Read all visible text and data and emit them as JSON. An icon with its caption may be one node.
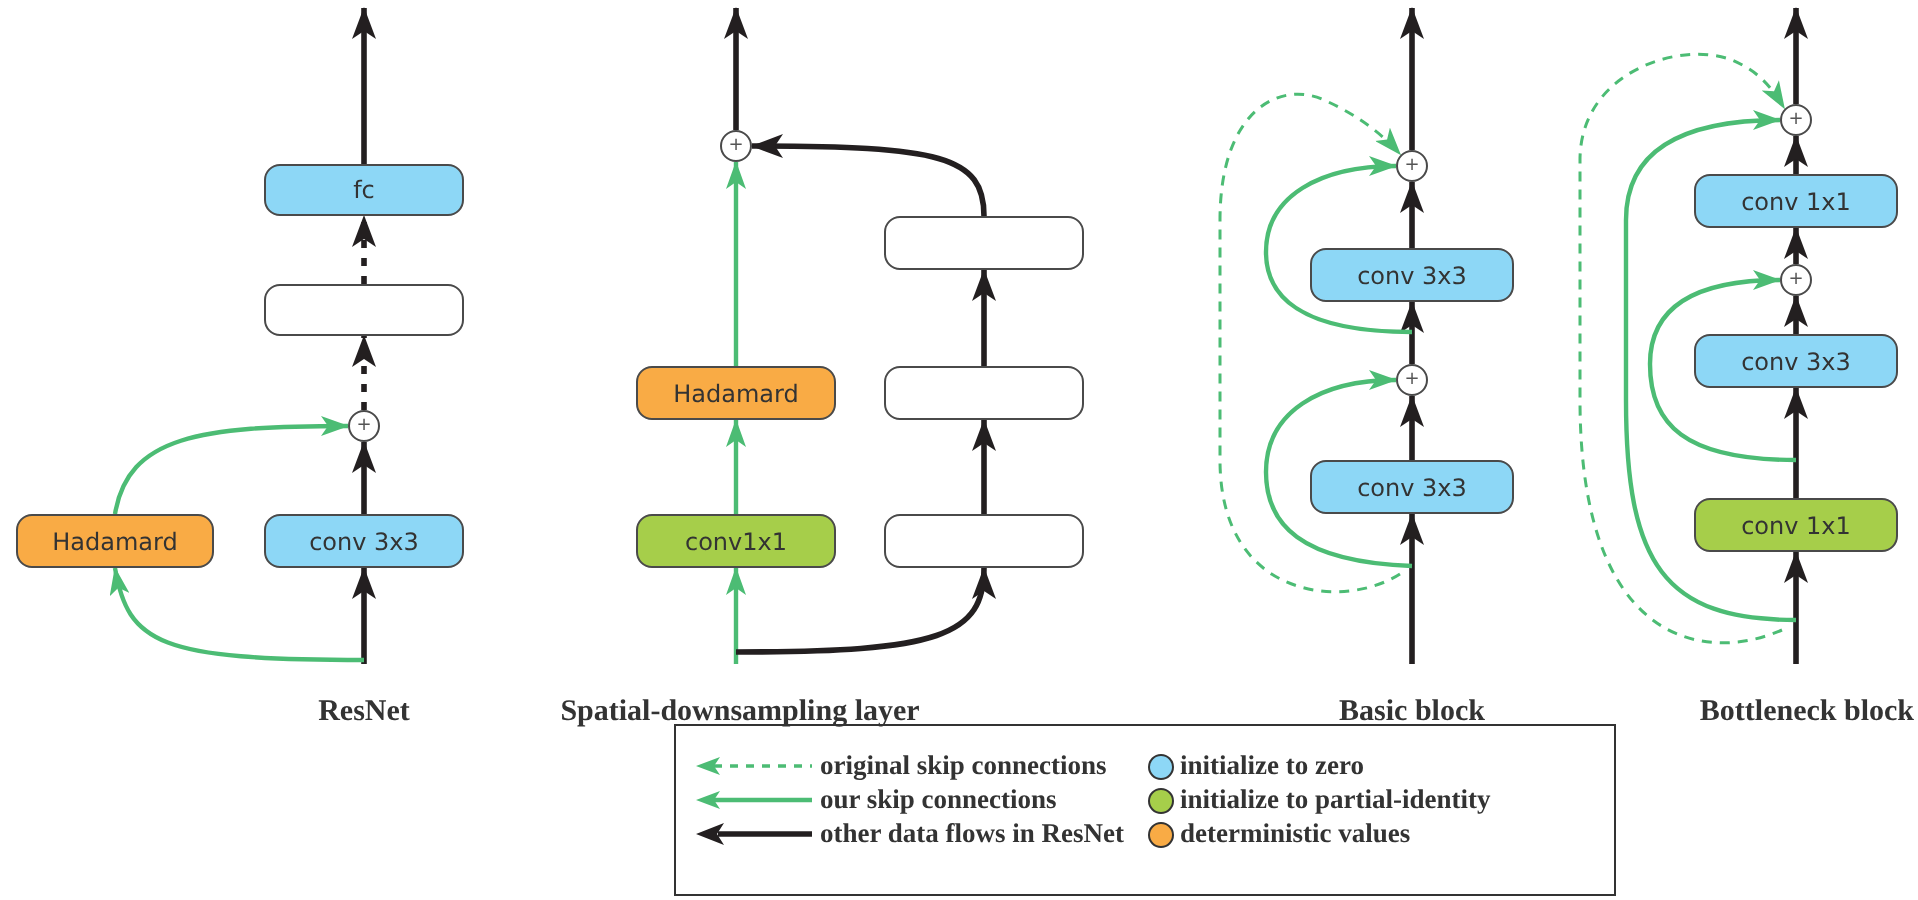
{
  "diagram": {
    "nodes": [
      {
        "text": [
          "fc"
        ]
      },
      {
        "text": [],
        "shape": "box"
      },
      {
        "text": [
          "+"
        ]
      },
      {
        "text": [
          "Hadamard"
        ]
      },
      {
        "text": [
          "conv 3x3"
        ]
      },
      {
        "text": [
          "+"
        ]
      },
      {
        "text": [],
        "shape": "box"
      },
      {
        "text": [
          "Hadamard"
        ]
      },
      {
        "text": [],
        "shape": "box"
      },
      {
        "text": [
          "conv1x1"
        ]
      },
      {
        "text": [],
        "shape": "box"
      },
      {
        "text": [
          "+"
        ]
      },
      {
        "text": [
          "conv 3x3"
        ]
      },
      {
        "text": [
          "+"
        ]
      },
      {
        "text": [
          "conv 3x3"
        ]
      },
      {
        "text": [
          "+"
        ]
      },
      {
        "text": [
          "conv 1x1"
        ]
      },
      {
        "text": [
          "+"
        ]
      },
      {
        "text": [
          "conv 3x3"
        ]
      },
      {
        "text": [
          "conv 1x1"
        ]
      }
    ],
    "edges": [
      {
        "from": null,
        "to": 4,
        "arrow": "to"
      },
      {
        "from": 4,
        "to": 2,
        "arrow": "to"
      },
      {
        "from": 2,
        "to": 1,
        "arrow": "to",
        "style": "dashed"
      },
      {
        "from": 1,
        "to": 0,
        "arrow": "to",
        "style": "dashed"
      },
      {
        "from": 0,
        "to": null,
        "arrow": "to"
      },
      {
        "from": null,
        "to": 3,
        "arrow": "to",
        "color": "#4cbc74"
      },
      {
        "from": 3,
        "to": 2,
        "arrow": "to",
        "color": "#4cbc74"
      },
      {
        "from": null,
        "to": 9,
        "arrow": "to",
        "color": "#4cbc74"
      },
      {
        "from": null,
        "to": 10,
        "arrow": "to"
      },
      {
        "from": 9,
        "to": 7,
        "arrow": "to",
        "color": "#4cbc74"
      },
      {
        "from": 7,
        "to": 5,
        "arrow": "to",
        "color": "#4cbc74"
      },
      {
        "from": 10,
        "to": 8,
        "arrow": "to"
      },
      {
        "from": 8,
        "to": 6,
        "arrow": "to"
      },
      {
        "from": 6,
        "to": 5,
        "arrow": "to"
      },
      {
        "from": 5,
        "to": null,
        "arrow": "to"
      },
      {
        "from": null,
        "to": 14,
        "arrow": "to"
      },
      {
        "from": 14,
        "to": 13,
        "arrow": "to"
      },
      {
        "from": 13,
        "to": 12,
        "arrow": "to"
      },
      {
        "from": 12,
        "to": 11,
        "arrow": "to"
      },
      {
        "from": 11,
        "to": null,
        "arrow": "to"
      },
      {
        "from": null,
        "to": 13,
        "arrow": "to",
        "color": "#4cbc74"
      },
      {
        "from": null,
        "to": 11,
        "arrow": "to",
        "color": "#4cbc74"
      },
      {
        "from": null,
        "to": 11,
        "arrow": "to",
        "style": "dashed",
        "color": "#4cbc74"
      },
      {
        "from": null,
        "to": 19,
        "arrow": "to"
      },
      {
        "from": 19,
        "to": 18,
        "arrow": "to"
      },
      {
        "from": 18,
        "to": 17,
        "arrow": "to"
      },
      {
        "from": 17,
        "to": 16,
        "arrow": "to"
      },
      {
        "from": 16,
        "to": 15,
        "arrow": "to"
      },
      {
        "from": 15,
        "to": null,
        "arrow": "to"
      },
      {
        "from": null,
        "to": 17,
        "arrow": "to",
        "color": "#4cbc74"
      },
      {
        "from": null,
        "to": 15,
        "arrow": "to",
        "color": "#4cbc74"
      },
      {
        "from": null,
        "to": 15,
        "arrow": "to",
        "style": "dashed",
        "color": "#4cbc74"
      }
    ],
    "labels": [
      "ResNet",
      "Spatial-downsampling layer",
      "Basic block",
      "Bottleneck block"
    ],
    "legend": [
      {
        "text": "original skip connections"
      },
      {
        "text": "our skip connections"
      },
      {
        "text": "other data flows in ResNet"
      },
      {
        "text": "initialize to zero",
        "color": "#8dd7f6"
      },
      {
        "text": "initialize to partial-identity",
        "color": "#a6ce4a"
      },
      {
        "text": "deterministic values",
        "color": "#f9ab45"
      }
    ]
  }
}
